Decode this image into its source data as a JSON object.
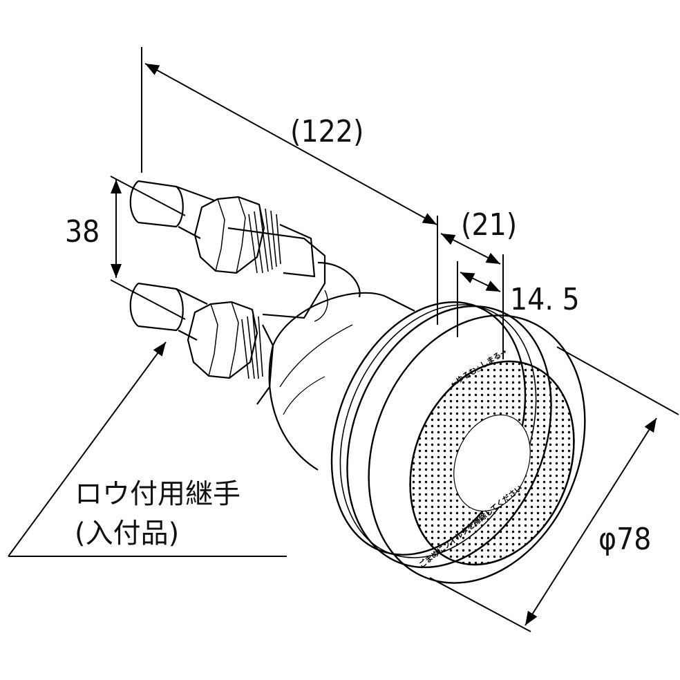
{
  "dimensions": {
    "overall_length": "(122)",
    "face_depth": "(21)",
    "cap_depth": "14. 5",
    "pipe_spacing": "38",
    "diameter": "φ78"
  },
  "callout": {
    "line1": "ロウ付用継手",
    "line2": "(入付品)"
  },
  "face_marks": {
    "top": "←ゆるむ△しまる→",
    "bottom": "ごまめにフィルタを掃除してください"
  }
}
